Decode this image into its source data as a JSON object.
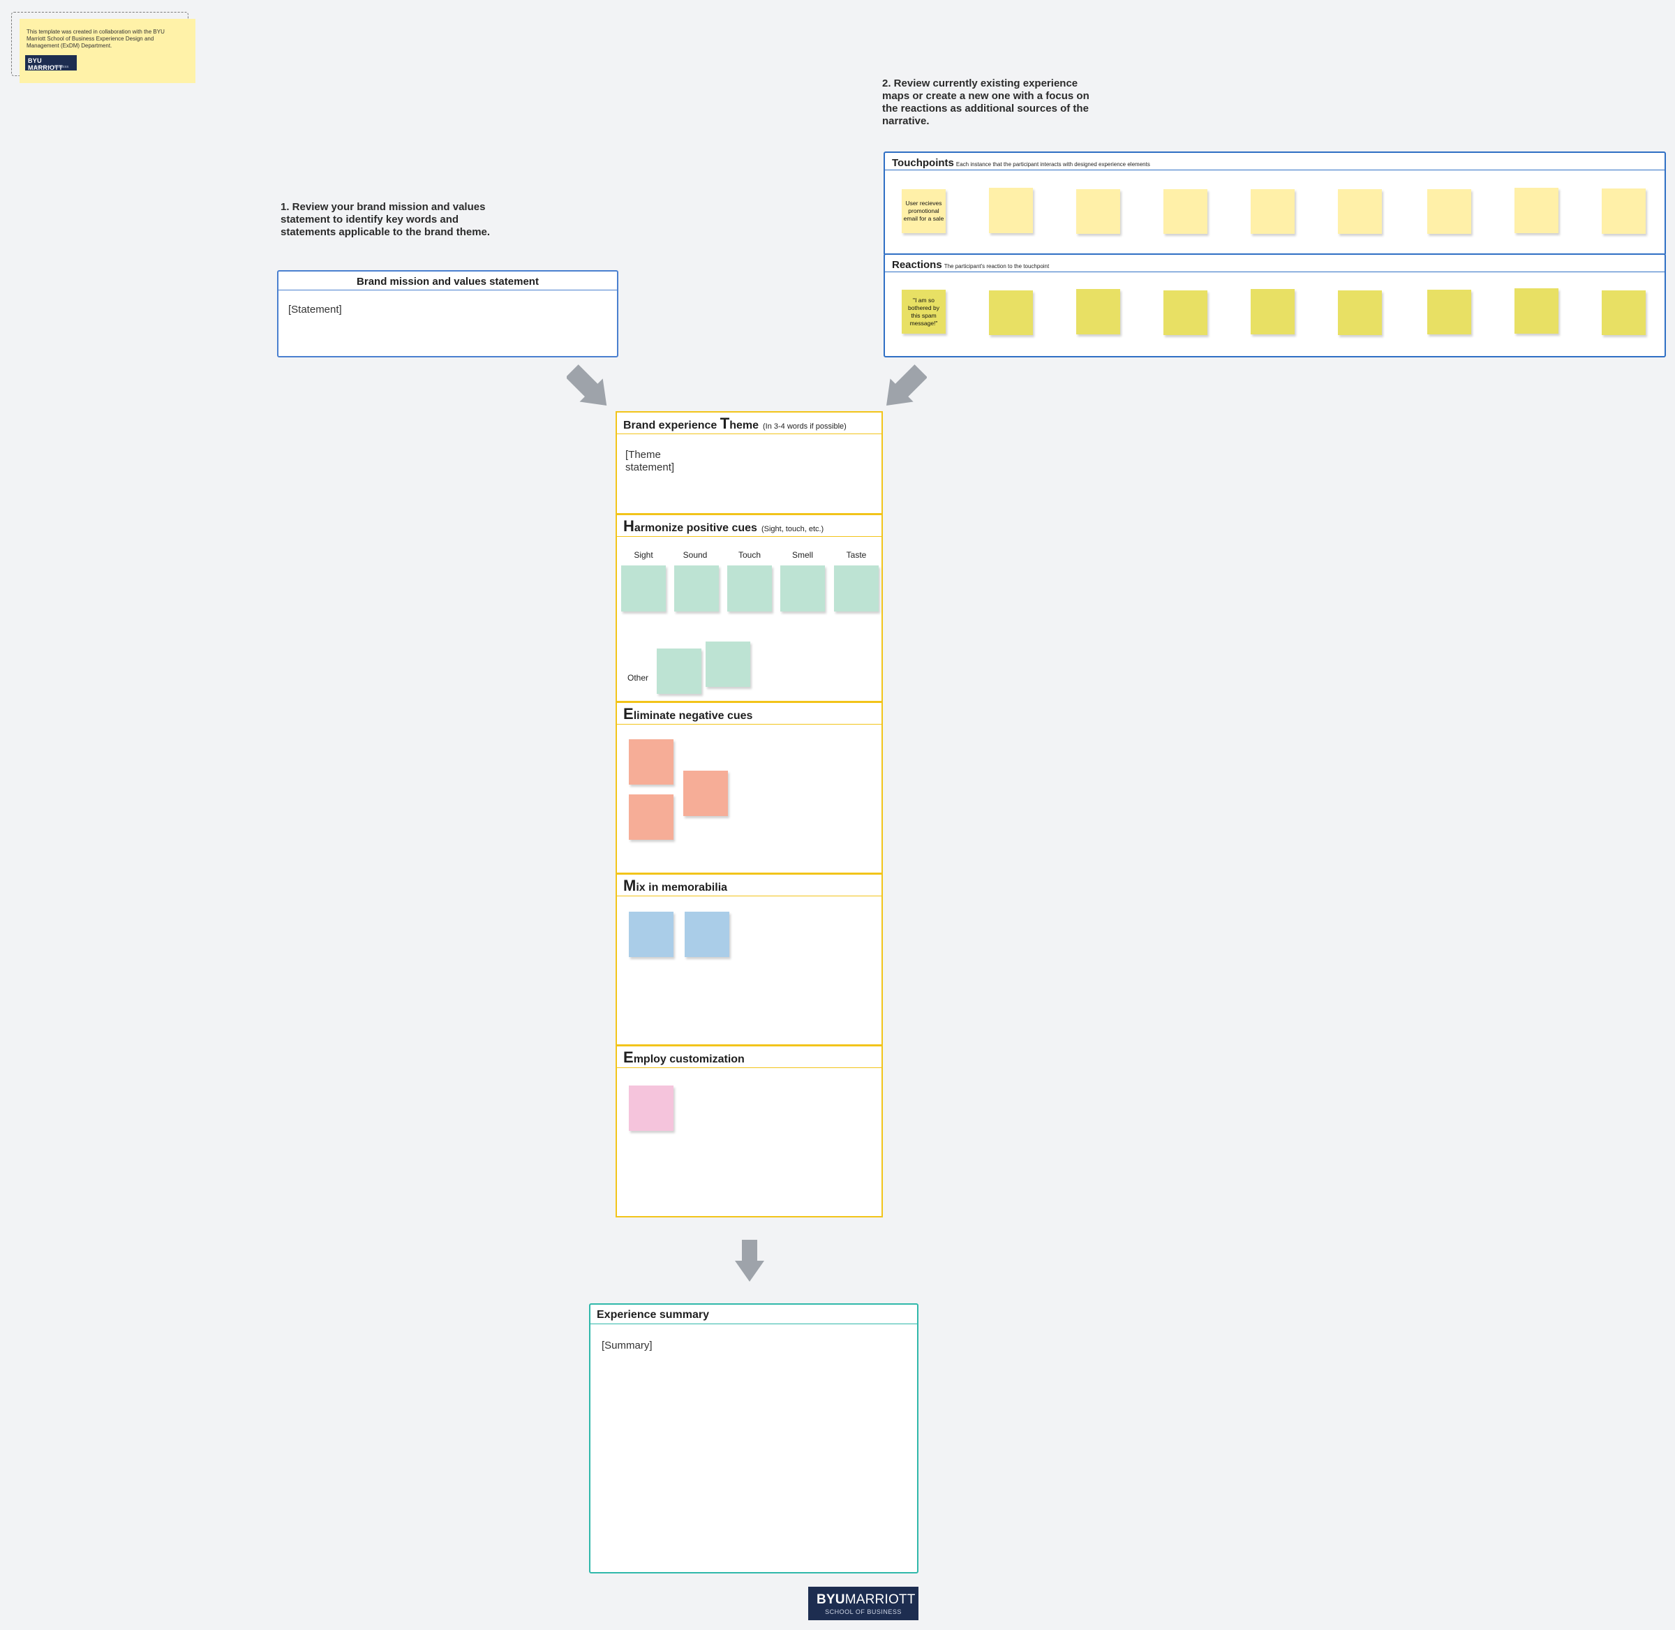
{
  "template_note": {
    "text": "This template was created in collaboration with the BYU Marriott School of Business Experience Design and Management (ExDM) Department.",
    "logo_line1": "BYU MARRIOTT",
    "logo_line2": "SCHOOL OF BUSINESS"
  },
  "step1": "1. Review your brand mission and values statement to identify key words and statements applicable to the brand theme.",
  "step2": "2. Review currently existing experience maps or create a new one with a focus on the reactions as additional sources of the narrative.",
  "mission": {
    "title": "Brand mission and values statement",
    "placeholder": "[Statement]"
  },
  "touchpoints": {
    "title": "Touchpoints",
    "subtitle": "Each instance that the participant interacts with designed experience elements",
    "first_note": "User recieves promotional email for a sale"
  },
  "reactions": {
    "title": "Reactions",
    "subtitle": "The participant's reaction to the touchpoint",
    "first_note": "\"I am so bothered by this spam message!\""
  },
  "theme": {
    "cap": "T",
    "title_prefix": "Brand experience ",
    "title_rest": "heme",
    "subtitle": "(In 3-4 words if possible)",
    "placeholder": "[Theme statement]"
  },
  "harmonize": {
    "cap": "H",
    "title_rest": "armonize positive cues",
    "subtitle": "(Sight, touch, etc.)",
    "senses": [
      "Sight",
      "Sound",
      "Touch",
      "Smell",
      "Taste"
    ],
    "other_label": "Other"
  },
  "eliminate": {
    "cap": "E",
    "title_rest": "liminate negative cues"
  },
  "mix": {
    "cap": "M",
    "title_rest": "ix in memorabilia"
  },
  "employ": {
    "cap": "E",
    "title_rest": "mploy customization"
  },
  "summary": {
    "title": "Experience summary",
    "placeholder": "[Summary]"
  },
  "footer_logo": {
    "line1_bold": "BYU",
    "line1_rest": "MARRIOTT",
    "line2": "SCHOOL OF BUSINESS"
  },
  "colors": {
    "touchpoint_sticky": "#fff0a8",
    "reaction_sticky": "#e8e064",
    "positive_sticky": "#bde3d3",
    "negative_sticky": "#f6ad97",
    "memorabilia_sticky": "#aacde8",
    "customization_sticky": "#f5c4dc",
    "theme_border": "#f2c41a",
    "summary_border": "#30b8aa",
    "journey_border": "#2f6fc4",
    "logo_navy": "#1d2d50",
    "arrow_gray": "#9ea3aa"
  }
}
